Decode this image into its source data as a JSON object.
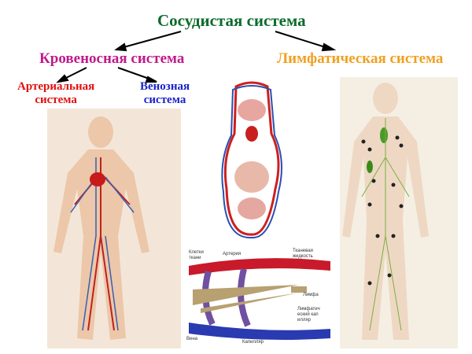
{
  "title": "Сосудистая система",
  "blood_system": "Кровеносная система",
  "lymph_system": "Лимфатическая система",
  "arterial": {
    "line1": "Артериальная",
    "line2": "система"
  },
  "venous": {
    "line1": "Венозная",
    "line2": "система"
  },
  "capillary_diagram": {
    "cells": "Клетки ткани",
    "artery": "Артерия",
    "tissue_fluid": "Тканевая жидкость",
    "lymph": "Лимфа",
    "lymph_capillary": "Лимфатический капилляр",
    "vein": "Вена",
    "capillary": "Капилляр"
  },
  "colors": {
    "title": "#0c6b2c",
    "blood": "#c01a8c",
    "lymph": "#f0a020",
    "arterial": "#e01010",
    "venous": "#1a22c8"
  }
}
